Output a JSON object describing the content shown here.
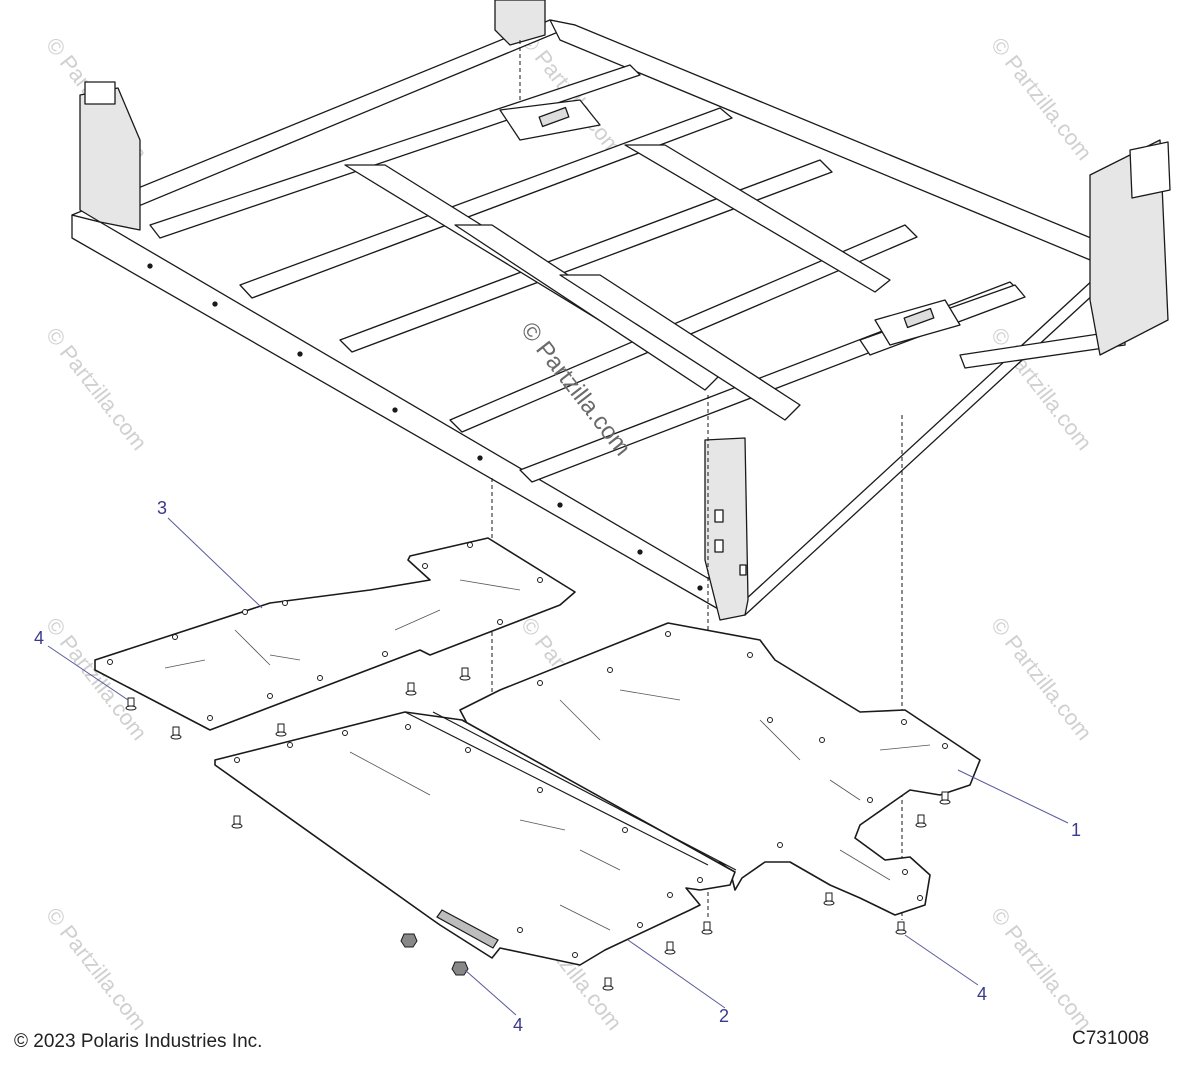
{
  "copyright": "© 2023 Polaris Industries Inc.",
  "figure_code": "C731008",
  "watermark_text": "© Partzilla.com",
  "callouts": [
    "1",
    "2",
    "3",
    "4",
    "4",
    "4"
  ],
  "colors": {
    "line": "#1a1a1a",
    "frame_fill": "#ffffff",
    "bracket_fill": "#e6e6e6",
    "callout_text": "#3a3a8c",
    "watermark": "#d0d0d0"
  }
}
